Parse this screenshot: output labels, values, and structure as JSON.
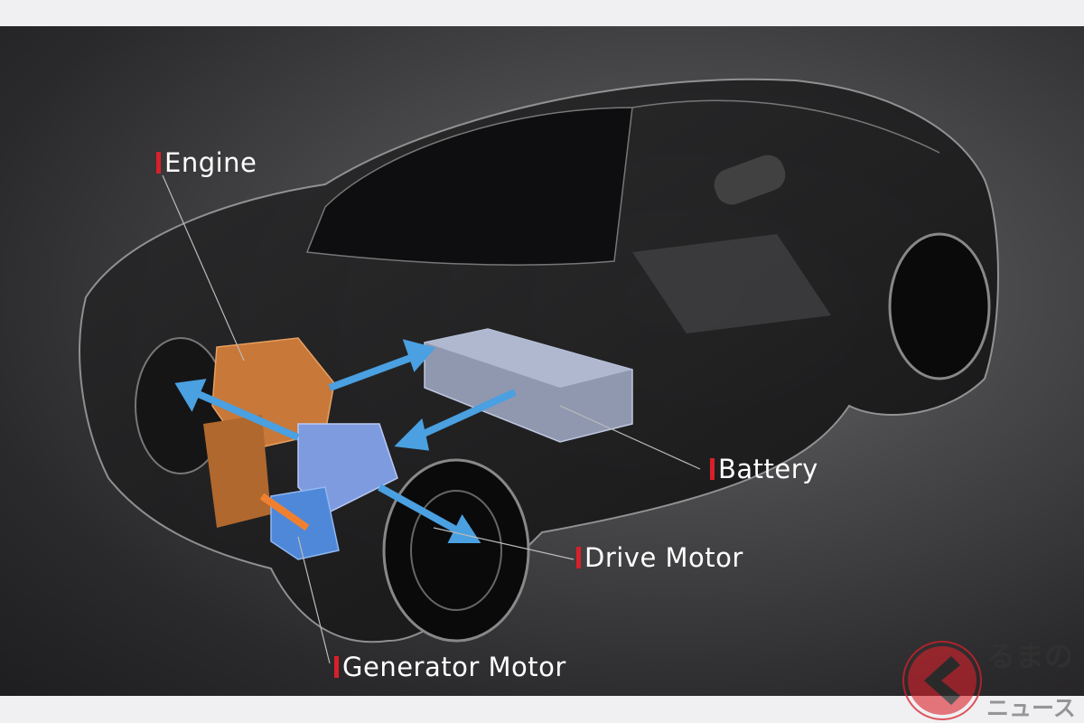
{
  "labels": {
    "engine": "Engine",
    "battery": "Battery",
    "drive_motor": "Drive Motor",
    "generator_motor": "Generator Motor"
  },
  "watermark": {
    "line1": "るまの",
    "line2": "ニュース",
    "logo_glyph": "く"
  },
  "colors": {
    "accent_red": "#d8202a",
    "engine_orange": "#c87838",
    "motor_blue": "#6a8ed8",
    "battery_gray": "#8890a8",
    "arrow_blue": "#4aa0e0"
  }
}
